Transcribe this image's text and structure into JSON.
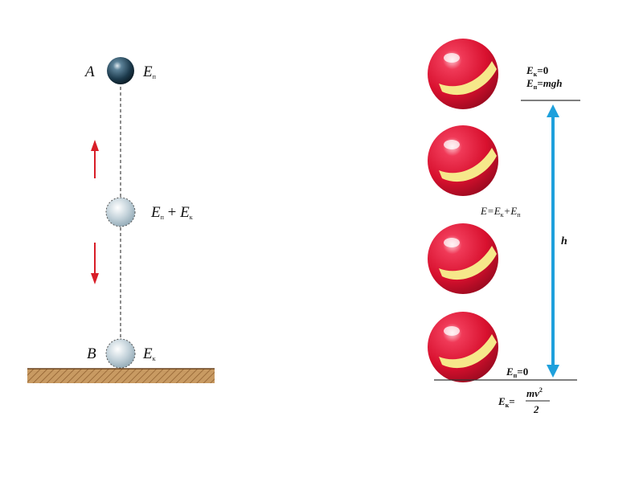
{
  "left": {
    "point_a": "A",
    "energy_top": "E",
    "energy_top_sub": "п",
    "middle_e1": "E",
    "middle_e1_sub": "п",
    "middle_plus": " + ",
    "middle_e2": "E",
    "middle_e2_sub": "к",
    "point_b": "B",
    "energy_bottom": "E",
    "energy_bottom_sub": "к"
  },
  "right": {
    "top_ek": "E",
    "top_ek_sub": "к",
    "top_ek_val": "=0",
    "top_ep": "E",
    "top_ep_sub": "п",
    "top_ep_val": "=mgh",
    "mid_e": "E=E",
    "mid_e_sub1": "к",
    "mid_plus": "+E",
    "mid_e_sub2": "п",
    "height": "h",
    "bottom_ep": "E",
    "bottom_ep_sub": "п",
    "bottom_ep_val": "=0",
    "bottom_ek": "E",
    "bottom_ek_sub": "к",
    "bottom_eq": "=",
    "frac_num": "mv",
    "frac_exp": "2",
    "frac_den": "2"
  },
  "colors": {
    "ball_red": "#e0163a",
    "ball_stripe": "#f6e88a",
    "arrow_red": "#d81e28",
    "height_arrow": "#1ea0dc",
    "ground": "#b8864e",
    "dark_ball": "#1c3a4c"
  }
}
